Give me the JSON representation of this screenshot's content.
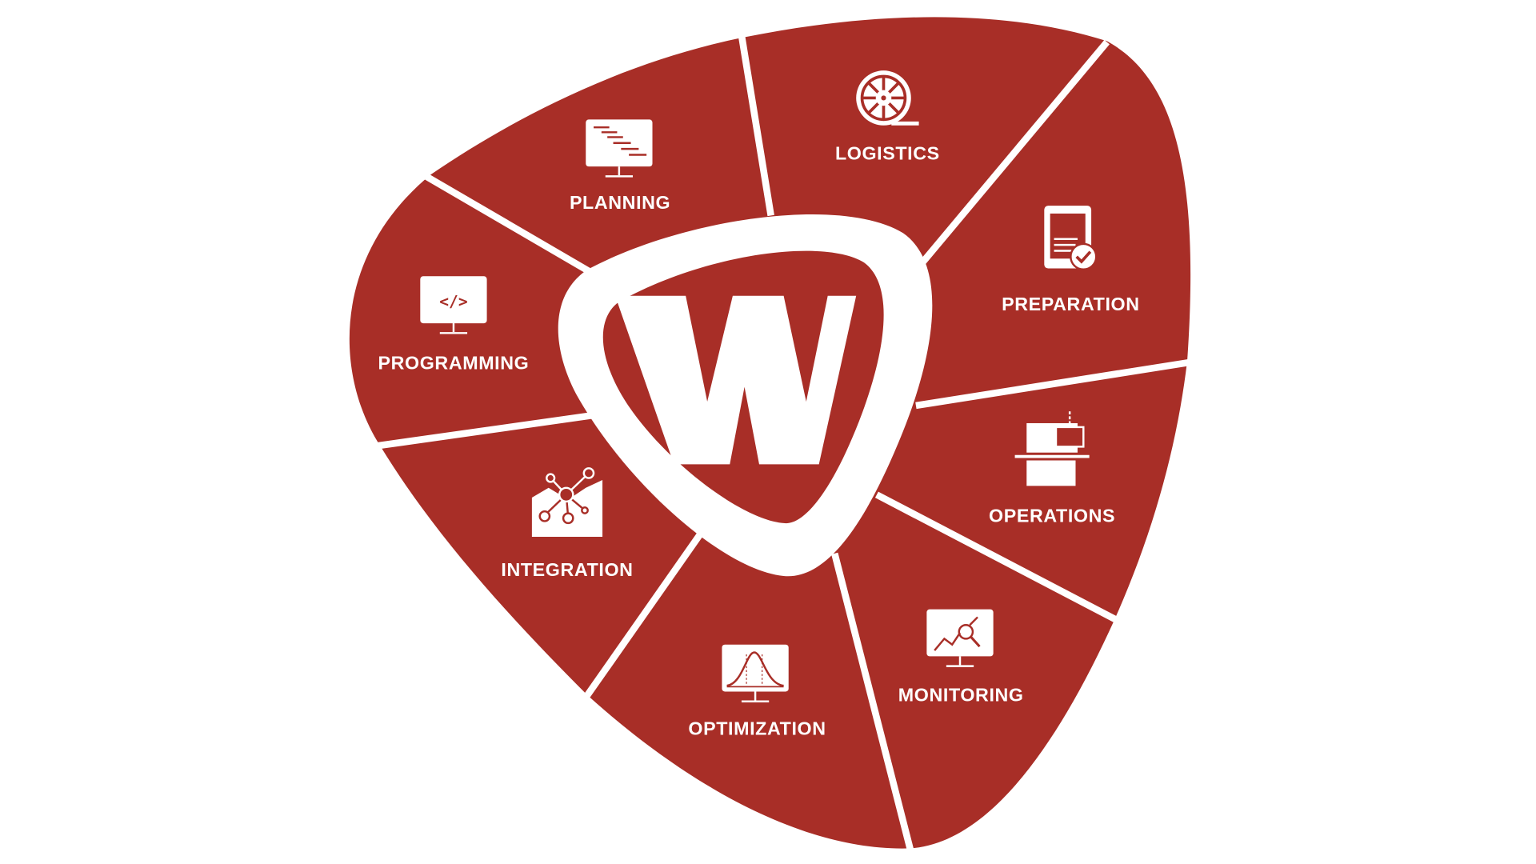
{
  "colors": {
    "primary": "#a82e27",
    "background": "#ffffff"
  },
  "center_logo": {
    "letter": "W"
  },
  "segments": [
    {
      "label": "PLANNING",
      "icon": "gantt-monitor-icon"
    },
    {
      "label": "LOGISTICS",
      "icon": "film-reel-icon"
    },
    {
      "label": "PREPARATION",
      "icon": "tablet-check-icon"
    },
    {
      "label": "OPERATIONS",
      "icon": "machine-icon"
    },
    {
      "label": "MONITORING",
      "icon": "chart-magnifier-monitor-icon"
    },
    {
      "label": "OPTIMIZATION",
      "icon": "bell-curve-monitor-icon"
    },
    {
      "label": "INTEGRATION",
      "icon": "network-factory-icon"
    },
    {
      "label": "PROGRAMMING",
      "icon": "code-monitor-icon"
    }
  ],
  "icons": {
    "code_symbol": "</>"
  }
}
